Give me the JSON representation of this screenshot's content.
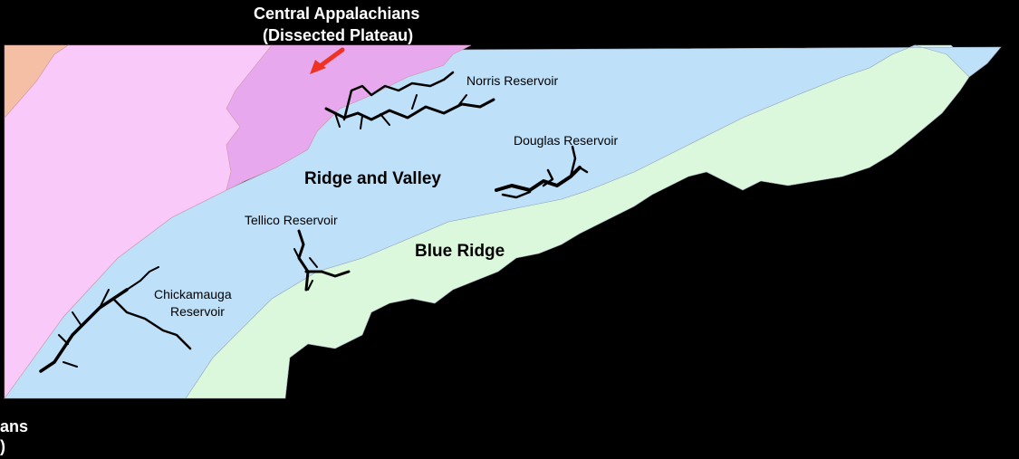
{
  "map": {
    "regions": {
      "appalachians_title_line1": "Central Appalachians",
      "appalachians_title_line2": "(Dissected Plateau)",
      "ridge_and_valley": "Ridge and Valley",
      "blue_ridge": "Blue Ridge"
    },
    "reservoirs": {
      "norris": "Norris Reservoir",
      "douglas": "Douglas Reservoir",
      "tellico": "Tellico Reservoir",
      "chickamauga_line1": "Chickamauga",
      "chickamauga_line2": "Reservoir"
    },
    "cut_off_label_line1": "ans",
    "cut_off_label_line2": ")",
    "colors": {
      "background": "#000000",
      "cumberland_plateau": "#f9c9f9",
      "dissected_plateau": "#e8a8ee",
      "ridge_and_valley": "#bee0f8",
      "blue_ridge": "#dcf8dc",
      "western_region": "#f4bfa4",
      "arrow": "#ee3322",
      "reservoir": "#000000"
    }
  }
}
